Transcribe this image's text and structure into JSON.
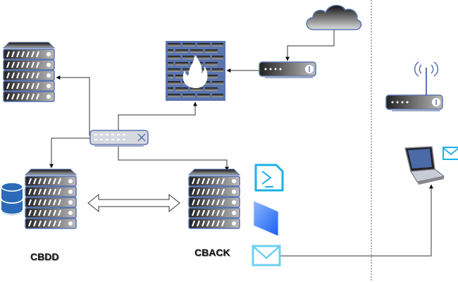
{
  "labels": {
    "db_server": "CBDD",
    "backup_server": "CBACK"
  },
  "colors": {
    "outline": "#5a74b0",
    "icon_cyan": "#1ab0e8",
    "folder_blue": "#3a7cf0",
    "db_blue": "#2a6ab8",
    "connector": "#333333"
  },
  "nodes": [
    "cloud",
    "router",
    "firewall",
    "server",
    "switch",
    "db-server",
    "database",
    "backup-server",
    "script-file",
    "folder",
    "mail",
    "wireless-router",
    "laptop",
    "laptop-mail"
  ]
}
